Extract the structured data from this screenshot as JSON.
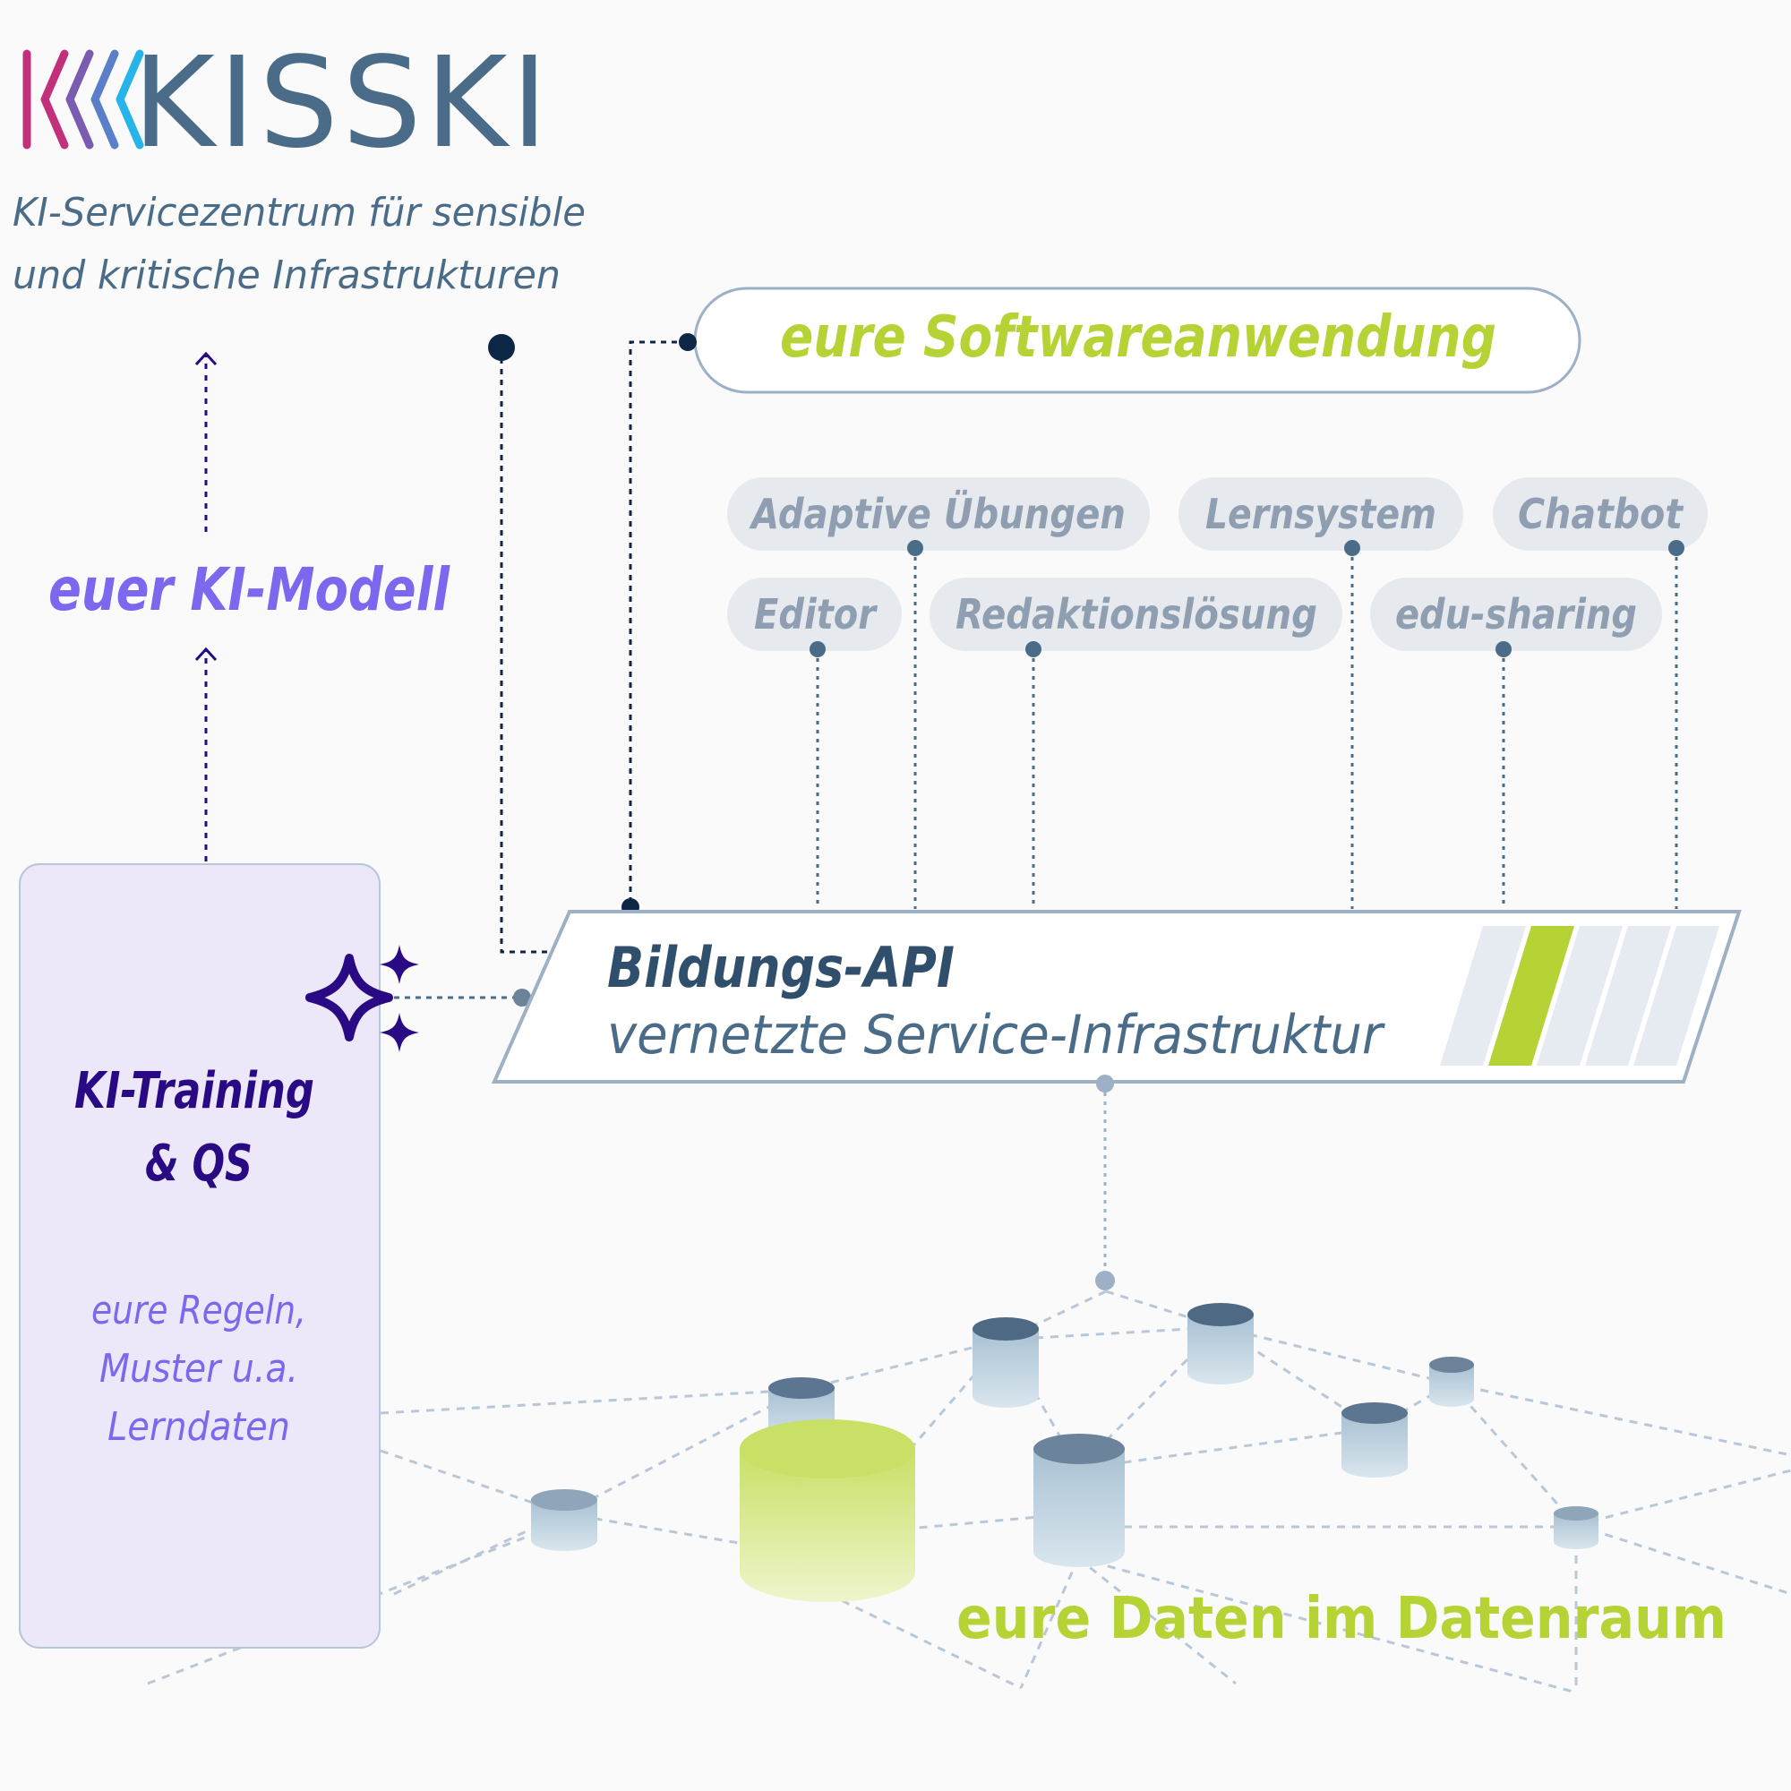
{
  "brand": {
    "logo_text": "KISSKI",
    "tagline_line1": "KI-Servicezentrum für sensible",
    "tagline_line2": "und kritische Infrastrukturen"
  },
  "model": {
    "label": "euer KI-Modell"
  },
  "training": {
    "title_line1": "KI-Training",
    "title_line2": "& QS",
    "desc_line1": "eure Regeln,",
    "desc_line2": "Muster u.a.",
    "desc_line3": "Lerndaten"
  },
  "software": {
    "label": "eure Softwareanwendung"
  },
  "apps": {
    "adaptive": "Adaptive Übungen",
    "lernsystem": "Lernsystem",
    "chatbot": "Chatbot",
    "editor": "Editor",
    "redaktion": "Redaktionslösung",
    "edusharing": "edu-sharing"
  },
  "api": {
    "title": "Bildungs-API",
    "subtitle": "vernetzte Service-Infrastruktur"
  },
  "data": {
    "label": "eure Daten im Datenraum"
  },
  "colors": {
    "lime": "#b5d334",
    "purple": "#7b68ee",
    "dark_purple": "#2a0a84",
    "slate": "#4b6c88",
    "navy": "#0d2646",
    "pill_text": "#8f9fb1",
    "pill_bg": "#e6e9ed",
    "db_top": "#4d6984",
    "db_body": "#b5cad9"
  }
}
